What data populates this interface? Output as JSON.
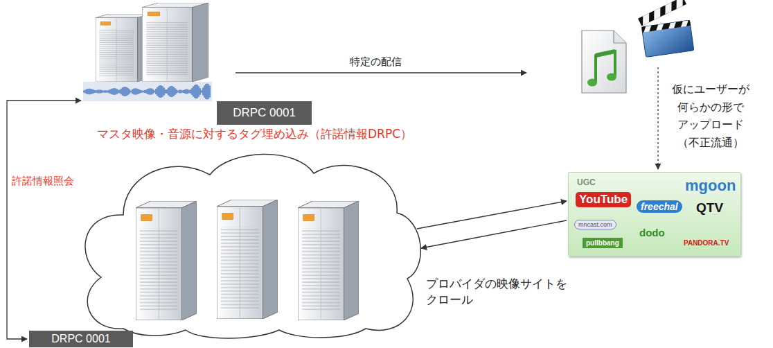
{
  "diagram": {
    "nodes": [
      {
        "text": [
          "DRPC 0001"
        ]
      },
      {
        "text": [
          "UGC",
          "mgoon",
          "YouTube",
          "freechal",
          "QTV",
          "mncast.com",
          "pullbbang",
          "dodo",
          "PANDORA.TV"
        ]
      },
      {
        "text": [
          "許諾情報照会"
        ]
      },
      {
        "text": [
          "DRPC 0001"
        ]
      }
    ],
    "edges": [
      {
        "from": 2,
        "to": 1,
        "arrow": "to"
      },
      {
        "from": 1,
        "to": 2,
        "arrow": "to"
      },
      {
        "from": 0,
        "to": 3,
        "arrow": "both"
      }
    ],
    "labels": [
      "特定の配信",
      "仮にユーザーが 何らかの形で アップロード （不正流通）",
      "マスタ映像・音源に対するタグ埋め込み（許諾情報DRPC）",
      "プロバイダの映像サイトを クロール"
    ]
  }
}
